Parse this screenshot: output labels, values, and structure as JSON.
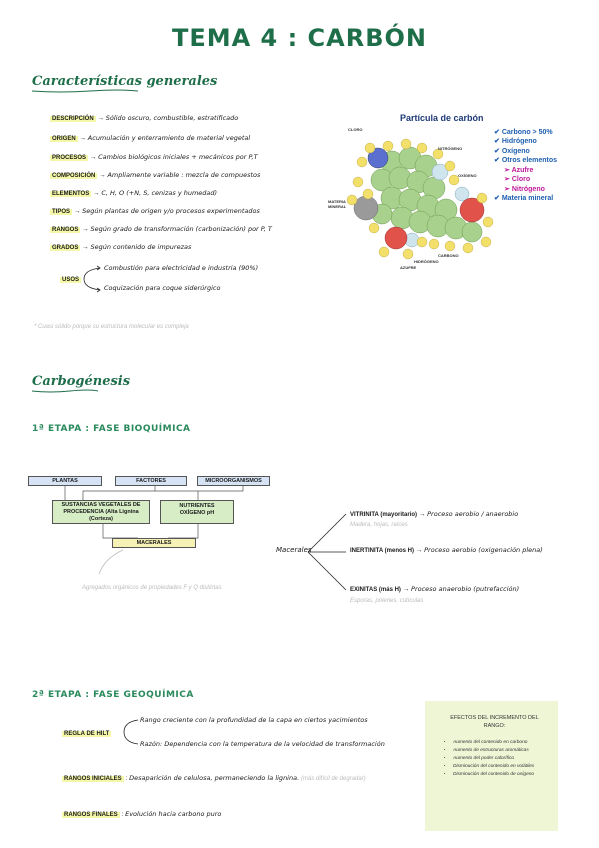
{
  "title": "TEMA 4 : CARBÓN",
  "caracteristicas": {
    "heading": "Características generales",
    "rows": [
      {
        "key": "DESCRIPCIÓN",
        "value": "Sólido oscuro, combustible, estratificado"
      },
      {
        "key": "ORIGEN",
        "value": "Acumulación y enterramiento de material vegetal"
      },
      {
        "key": "PROCESOS",
        "value": "Cambios biológicos iniciales + mecánicos por P,T"
      },
      {
        "key": "COMPOSICIÓN",
        "value": "Ampliamente variable : mezcla de compuestos"
      },
      {
        "key": "ELEMENTOS",
        "value": "C, H, O (+N, S, cenizas y humedad)"
      },
      {
        "key": "TIPOS",
        "value": "Según plantas de origen y/o procesos experimentados"
      },
      {
        "key": "RANGOS",
        "value": "Según grado de transformación (carbonización) por P, T"
      },
      {
        "key": "GRADOS",
        "value": "Según contenido de impurezas"
      }
    ],
    "usos_key": "USOS",
    "usos": [
      "Combustión para electricidad e industria (90%)",
      "Coquización para coque siderúrgico"
    ],
    "note": "* Cuasi sólido porque su estructura molecular es compleja"
  },
  "particula": {
    "title": "Partícula de carbón",
    "labels": {
      "cloro": "CLORO",
      "nitrogeno": "NITRÓGENO",
      "oxigeno": "OXÍGENO",
      "materia": "MATERIA MINERAL",
      "carbono": "CARBONO",
      "hidrogeno": "HIDRÓGENO",
      "azufre": "AZUFRE"
    },
    "legend": [
      "Carbono > 50%",
      "Hidrógeno",
      "Oxígeno",
      "Otros elementos"
    ],
    "legend_sub": [
      "Azufre",
      "Cloro",
      "Nitrógeno"
    ],
    "legend_last": "Materia mineral"
  },
  "carbogenesis": {
    "heading": "Carbogénesis",
    "etapa1": "1ª ETAPA : FASE BIOQUÍMICA",
    "boxes": {
      "plantas": "PLANTAS",
      "factores": "FACTORES",
      "micro": "MICROORGANISMOS",
      "sustancias": "SUSTANCIAS VEGETALES DE PROCEDENCIA (Alta Lignina (Corteza)",
      "nutrientes": "NUTRIENTES OXÍGENO pH",
      "macerales": "MACERALES"
    },
    "agregados": "Agregados orgánicos de propiedades F y Q distintas",
    "macerales_label": "Macerales",
    "branches": [
      {
        "name": "VITRINITA (mayoritario)",
        "process": "Proceso aerobio / anaerobio",
        "sub": "Madera, hojas, raíces"
      },
      {
        "name": "INERTINITA (menos H)",
        "process": "Proceso aerobio (oxigenación plena)",
        "sub": ""
      },
      {
        "name": "EXINITAS (más H)",
        "process": "Proceso anaerobio (putrefacción)",
        "sub": "Esporas, pólenes, cutículas"
      }
    ],
    "etapa2": "2ª ETAPA : FASE GEOQUÍMICA",
    "hilt_key": "REGLA DE HILT",
    "hilt": [
      "Rango creciente con la profundidad de la capa en ciertos yacimientos",
      "Razón: Dependencia con la temperatura de la velocidad de transformación"
    ],
    "rangos_iniciales_key": "RANGOS INICIALES",
    "rangos_iniciales": "Desaparición de celulosa, permaneciendo la lignina.",
    "rangos_iniciales_note": "(más difícil de degradar)",
    "rangos_finales_key": "RANGOS FINALES",
    "rangos_finales": "Evolución hacia carbono puro"
  },
  "efectos": {
    "title": "EFECTOS DEL INCREMENTO DEL RANGO:",
    "items": [
      "Aumento del contenido en carbono",
      "Aumento de estructuras aromáticas",
      "Aumento del poder calorífico",
      "Disminución del contenido en volátiles",
      "Disminución del contenido de oxígeno"
    ]
  },
  "colors": {
    "heading": "#1f6e4a",
    "highlight": "#f4f7a8",
    "note_bg": "#eef6d6",
    "legend": "#1f5fb0",
    "legend_sub": "#c0189a"
  }
}
